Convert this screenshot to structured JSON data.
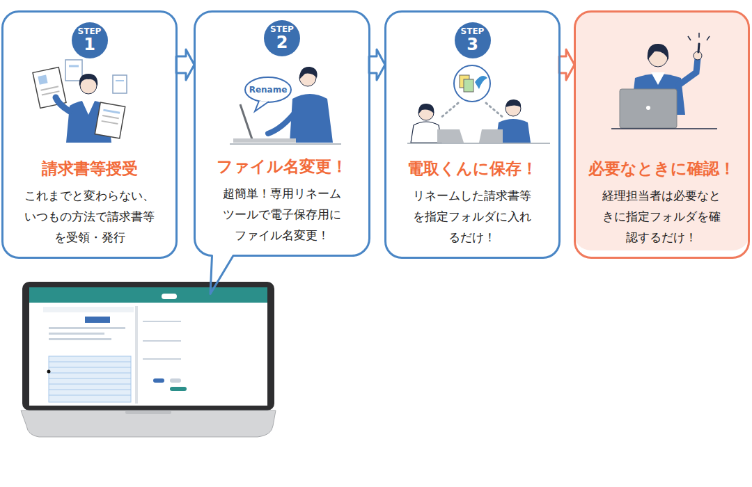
{
  "diagram": {
    "nodes": [
      {
        "text": [
          "請求書等授受",
          "これまでと変わらない、いつもの方法で請求書等を受領・発行"
        ]
      },
      {
        "text": [
          "STEP",
          "1"
        ],
        "in": 0
      },
      {
        "text": [
          "ファイル名変更！",
          "超簡単！専用リネームツールで電子保存用にファイル名変更！"
        ]
      },
      {
        "text": [
          "STEP",
          "2"
        ],
        "in": 2
      },
      {
        "text": [
          "電取くんに保存！",
          "リネームした請求書等を指定フォルダに入れるだけ！"
        ]
      },
      {
        "text": [
          "STEP",
          "3"
        ],
        "in": 4
      },
      {
        "text": [
          "必要なときに確認！",
          "経理担当者は必要なときに指定フォルダを確認するだけ！"
        ]
      }
    ],
    "edges": [
      {
        "from": 0,
        "to": 2,
        "arrow": "to"
      },
      {
        "from": 2,
        "to": 4,
        "arrow": "to"
      },
      {
        "from": 4,
        "to": 6,
        "arrow": "to"
      }
    ],
    "labels": [
      "Rename"
    ]
  }
}
